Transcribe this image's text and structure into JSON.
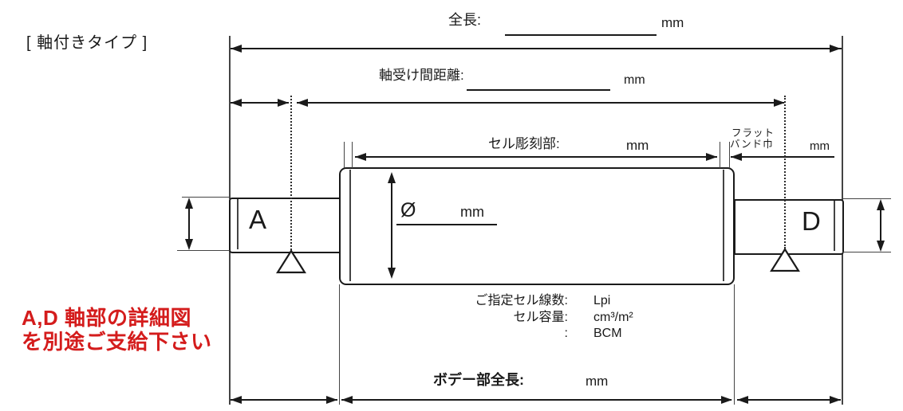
{
  "title": "[ 軸付きタイプ ]",
  "dimensions": {
    "total_length": {
      "label": "全長:",
      "unit": "mm"
    },
    "bearing_distance": {
      "label": "軸受け間距離:",
      "unit": "mm"
    },
    "cell_engraving": {
      "label": "セル彫刻部:",
      "unit": "mm"
    },
    "flat_band": {
      "label_line1": "フラット",
      "label_line2": "バンド巾",
      "unit": "mm"
    },
    "diameter": {
      "label": "Ø",
      "unit": "mm"
    },
    "body_length": {
      "label": "ボデー部全長:",
      "unit": "mm"
    }
  },
  "shafts": {
    "left_label": "A",
    "right_label": "D"
  },
  "specs": {
    "rows": [
      {
        "label": "ご指定セル線数:",
        "value": "Lpi"
      },
      {
        "label": "セル容量:",
        "value": "cm³/m²"
      },
      {
        "label": ":",
        "value": "BCM"
      }
    ]
  },
  "note": {
    "line1": "A,D 軸部の詳細図",
    "line2": "を別途ご支給下さい"
  },
  "colors": {
    "line": "#1a1a1a",
    "note": "#d41c1c",
    "background": "#ffffff"
  }
}
